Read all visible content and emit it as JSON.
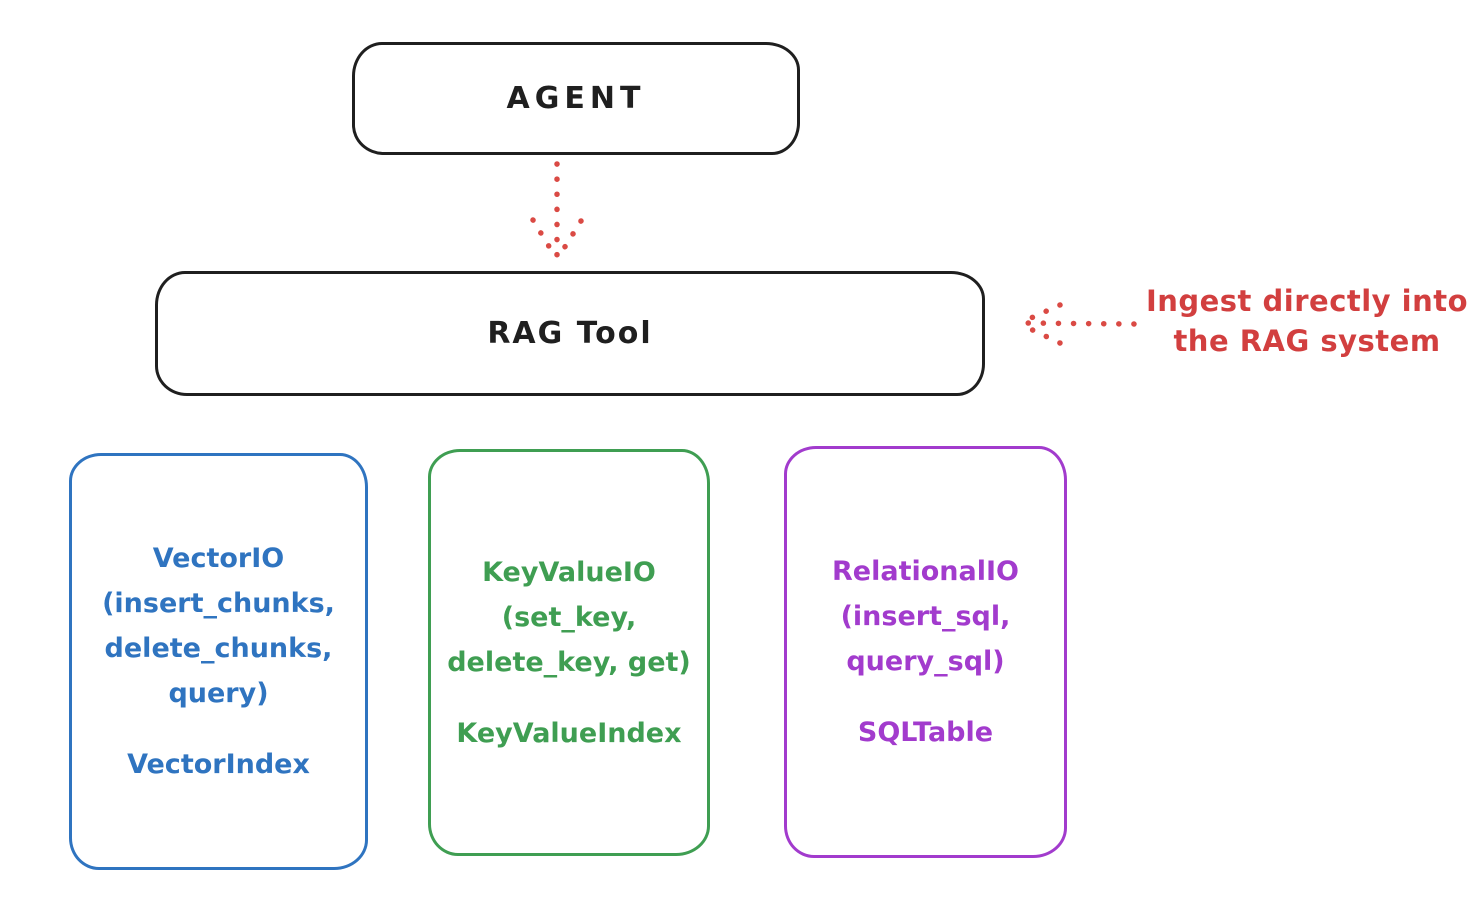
{
  "nodes": {
    "agent": {
      "label": "AGENT"
    },
    "rag_tool": {
      "label": "RAG Tool"
    }
  },
  "annotation": {
    "line1": "Ingest directly into",
    "line2": "the RAG system"
  },
  "arrows": {
    "agent_to_rag_tool": "dotted-down-arrow",
    "ingest_to_rag_tool": "dotted-left-arrow"
  },
  "backends": [
    {
      "name": "vector-io",
      "color": "#2f74c0",
      "lines": [
        "VectorIO",
        "(insert_chunks,",
        "delete_chunks,",
        "query)"
      ],
      "index_label": "VectorIndex"
    },
    {
      "name": "keyvalue-io",
      "color": "#3f9e52",
      "lines": [
        "KeyValueIO",
        "(set_key,",
        "delete_key, get)"
      ],
      "index_label": "KeyValueIndex"
    },
    {
      "name": "relational-io",
      "color": "#a23bcd",
      "lines": [
        "RelationalIO",
        "(insert_sql,",
        "query_sql)"
      ],
      "index_label": "SQLTable"
    }
  ],
  "colors": {
    "stroke_black": "#1f1f1f",
    "red": "#d23f3f",
    "blue": "#2f74c0",
    "green": "#3f9e52",
    "purple": "#a23bcd",
    "background": "#ffffff"
  }
}
